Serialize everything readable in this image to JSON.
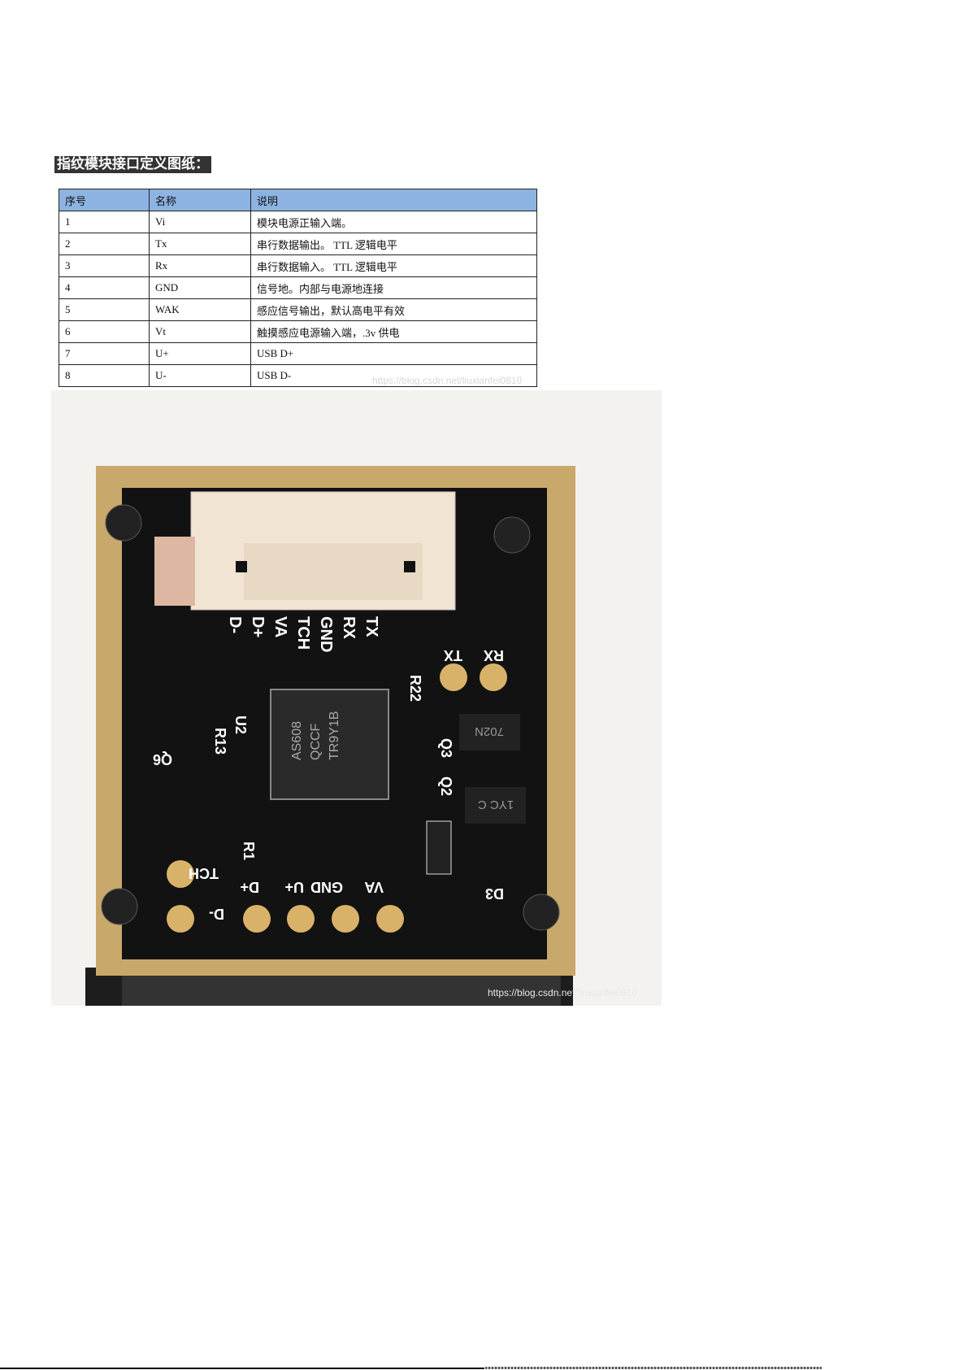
{
  "title": "指纹模块接口定义图纸：",
  "table": {
    "headers": [
      "序号",
      "名称",
      "说明"
    ],
    "rows": [
      [
        "1",
        "Vi",
        "模块电源正输入端。"
      ],
      [
        "2",
        "Tx",
        "串行数据输出。 TTL 逻辑电平"
      ],
      [
        "3",
        "Rx",
        "串行数据输入。 TTL 逻辑电平"
      ],
      [
        "4",
        "GND",
        "信号地。内部与电源地连接"
      ],
      [
        "5",
        "WAK",
        "感应信号输出，默认高电平有效"
      ],
      [
        "6",
        "Vt",
        "触摸感应电源输入端，.3v 供电"
      ],
      [
        "7",
        "U+",
        "USB D+"
      ],
      [
        "8",
        "U-",
        "USB D-"
      ]
    ]
  },
  "watermark": "https://blog.csdn.net/liuxianfei0810",
  "photo": {
    "connector_labels": [
      "D-",
      "D+",
      "VA",
      "TCH",
      "GND",
      "RX",
      "TX"
    ],
    "board_labels": {
      "tx": "TX",
      "rx": "RX",
      "r22": "R22",
      "u2": "U2",
      "r13": "R13",
      "q6": "Q6",
      "q3": "Q3",
      "q2": "Q2",
      "r1": "R1",
      "d3": "D3"
    },
    "pad_labels": [
      "D-",
      "TCH",
      "D+",
      "U+",
      "GND",
      "VA"
    ],
    "chip_text": [
      "AS608",
      "QCCF",
      "TR9Y1B"
    ],
    "q3_marking": "702N",
    "q2_marking": "1YC C"
  }
}
